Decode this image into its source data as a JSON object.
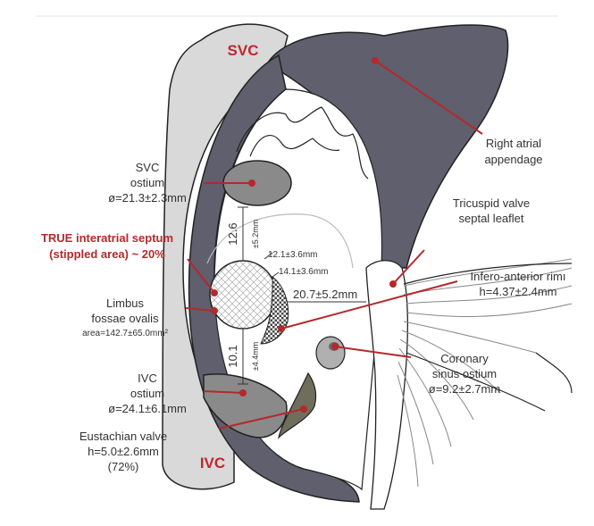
{
  "labels": {
    "svc": "SVC",
    "ivc": "IVC",
    "right_atrial_appendage": [
      "Right atrial",
      "appendage"
    ],
    "svc_ostium": [
      "SVC",
      "ostium",
      "ø=21.3±2.3mm"
    ],
    "tricuspid_valve": [
      "Tricuspid valve",
      "septal leaflet"
    ],
    "true_septum": [
      "TRUE interatrial septum",
      "(stippled area) ~ 20%"
    ],
    "limbus": [
      "Limbus",
      "fossae ovalis",
      "area=142.7±65.0mm²"
    ],
    "infero_anterior_rim": [
      "Infero-anterior rimı",
      "h=4.37±2.4mm"
    ],
    "coronary_sinus": [
      "Coronary",
      "sinus ostium",
      "ø=9.2±2.7mm"
    ],
    "ivc_ostium": [
      "IVC",
      "ostium",
      "ø=24.1±6.1mm"
    ],
    "eustachian_valve": [
      "Eustachian valve",
      "h=5.0±2.6mm",
      "(72%)"
    ]
  },
  "measurements": {
    "top_main": "12.6",
    "top_sd": "±5.2mm",
    "right_upper": "12.1±3.6mm",
    "right_lower": "14.1±3.6mm",
    "horizontal": "20.7±5.2mm",
    "bottom_main": "10.1",
    "bottom_sd": "±4.4mm"
  },
  "colors": {
    "dark_tissue": "#5f5f6d",
    "light_tissue": "#d9d9d9",
    "ostium_fill": "#8a8a8a",
    "leader_red": "#b5282c",
    "label_red": "#c0272d"
  }
}
